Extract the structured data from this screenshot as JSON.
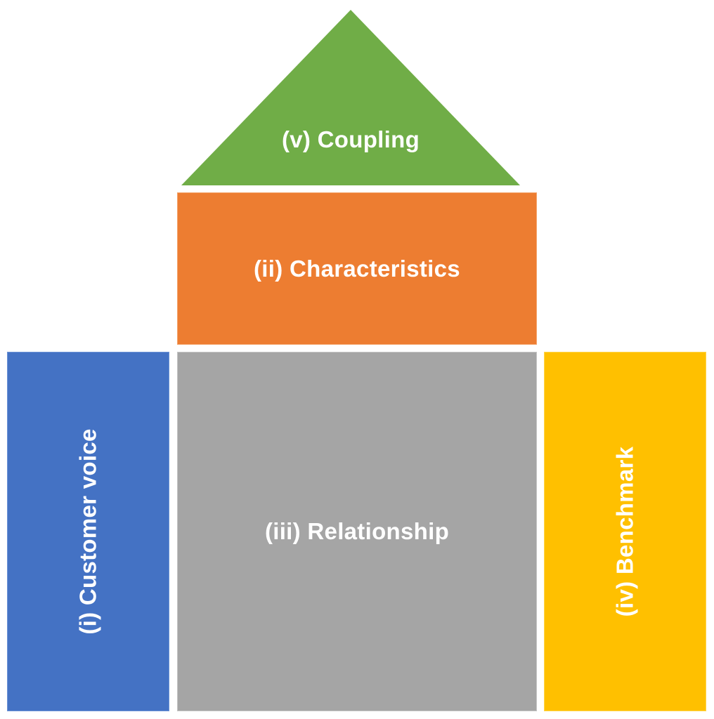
{
  "diagram": {
    "type": "house-of-quality",
    "sections": {
      "coupling": {
        "label": "(v) Coupling",
        "color": "#70AD47",
        "shape": "triangle"
      },
      "characteristics": {
        "label": "(ii) Characteristics",
        "color": "#ED7D31",
        "shape": "rectangle"
      },
      "customer_voice": {
        "label": "(i) Customer voice",
        "color": "#4472C4",
        "shape": "rectangle",
        "text_orientation": "vertical"
      },
      "relationship": {
        "label": "(iii) Relationship",
        "color": "#A5A5A5",
        "shape": "rectangle"
      },
      "benchmark": {
        "label": "(iv) Benchmark",
        "color": "#FFC000",
        "shape": "rectangle",
        "text_orientation": "vertical"
      }
    },
    "text_color": "#FFFFFF"
  }
}
